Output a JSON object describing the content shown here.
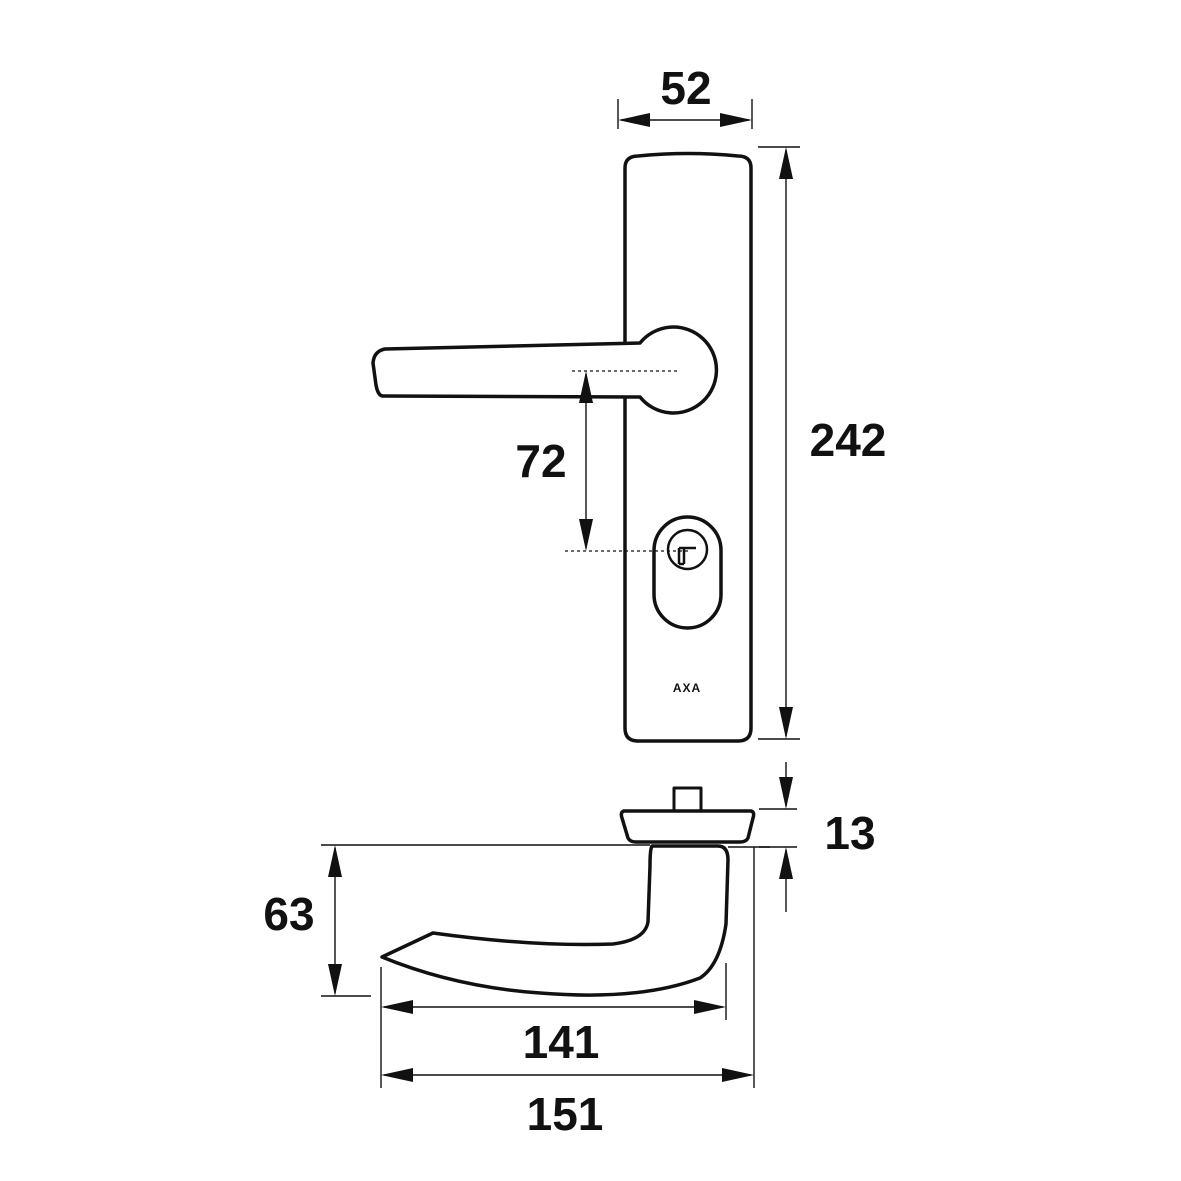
{
  "drawing": {
    "brand_logo": "AXA",
    "dimensions": {
      "plate_width": "52",
      "plate_height": "242",
      "lever_to_cylinder_distance": "72",
      "rose_thickness": "13",
      "lever_height": "63",
      "lever_projection": "141",
      "overall_projection": "151"
    }
  }
}
